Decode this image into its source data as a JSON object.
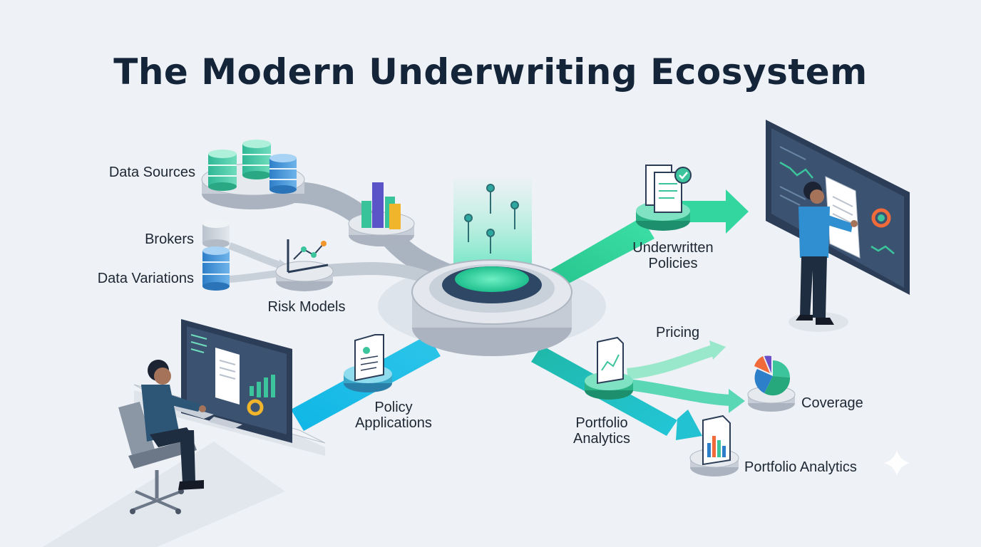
{
  "title": "The Modern Underwriting Ecosystem",
  "labels": {
    "data_sources": "Data Sources",
    "brokers": "Brokers",
    "data_variations": "Data Variations",
    "risk_models": "Risk Models",
    "policy_applications": [
      "Policy",
      "Applications"
    ],
    "underwritten_policies": [
      "Underwritten",
      "Policies"
    ],
    "pricing": "Pricing",
    "coverage": "Coverage",
    "portfolio_analytics_flow": [
      "Portfolio",
      "Analytics"
    ],
    "portfolio_analytics": "Portfolio Analytics"
  },
  "colors": {
    "background": "#eef1f5",
    "title": "#14253a",
    "flow_green": "#2ecc9a",
    "flow_blue": "#1ab3e0",
    "flow_grey": "#aab4c0",
    "hub_glow": "#4fe0b0",
    "navy": "#2b3d57"
  },
  "icons": [
    "database-icon",
    "bar-chart-icon",
    "line-chart-icon",
    "document-icon",
    "document-check-icon",
    "pie-chart-icon",
    "person-at-desk-icon",
    "person-presenting-icon",
    "hub-icon",
    "sparkle-icon"
  ]
}
